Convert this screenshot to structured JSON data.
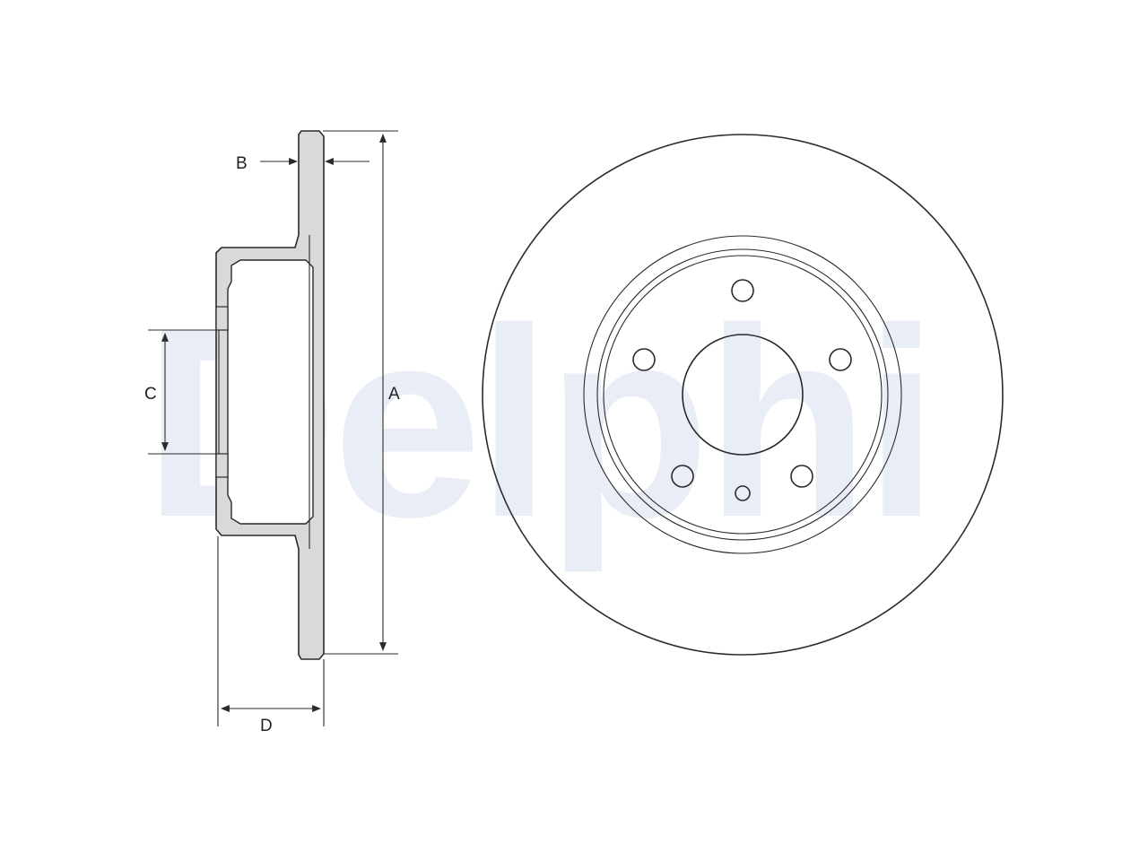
{
  "watermark": {
    "text": "Delphi",
    "color": "#e9eef6"
  },
  "dimensions": {
    "a": "A",
    "b": "B",
    "c": "C",
    "d": "D"
  },
  "colors": {
    "line": "#2a2a2a",
    "section_fill": "#d9d9d9",
    "background": "#ffffff"
  }
}
